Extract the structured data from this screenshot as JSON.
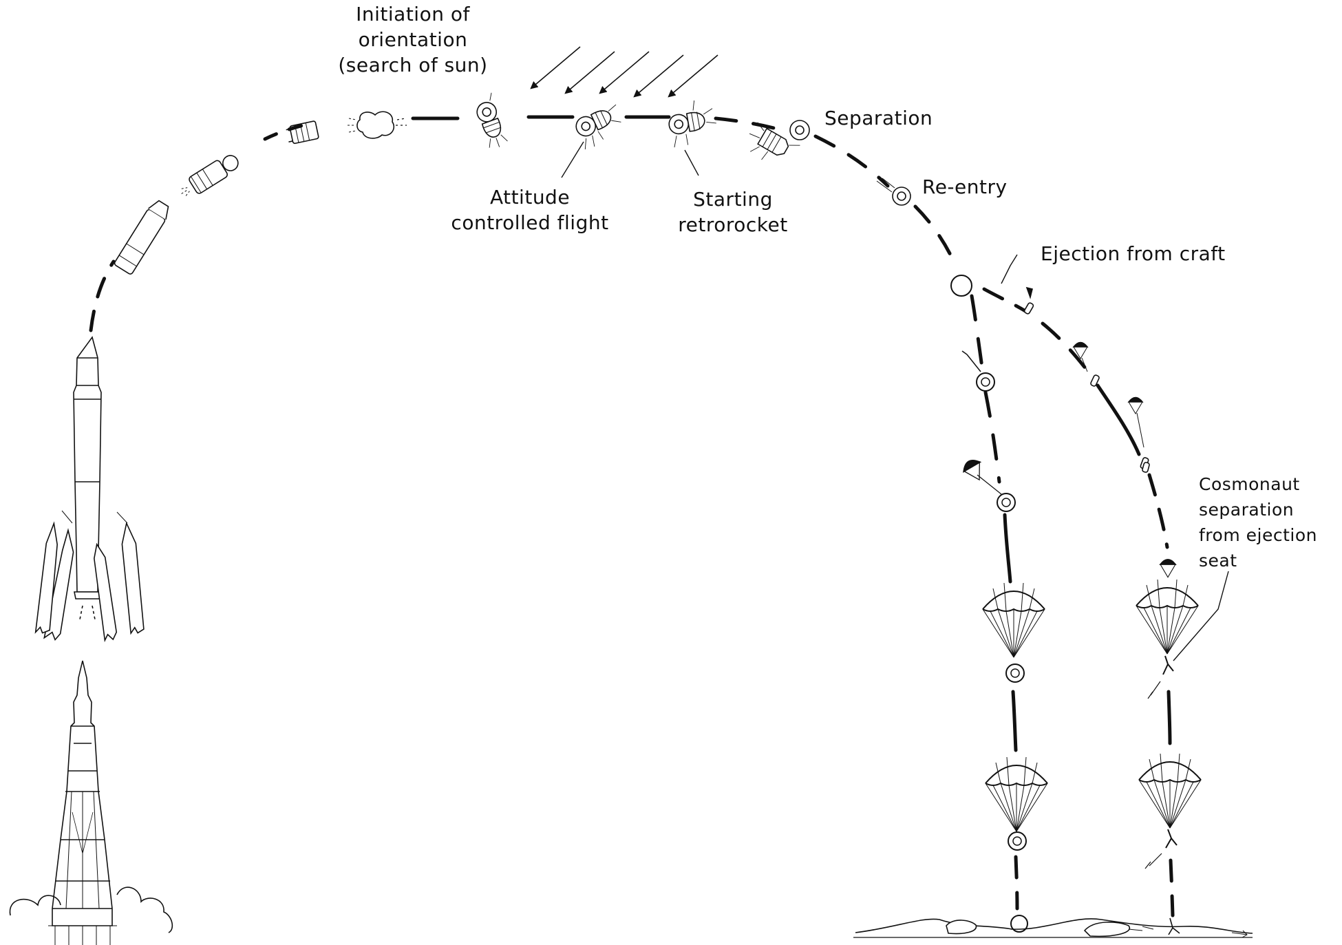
{
  "labels": {
    "orientation": [
      "Initiation of",
      "orientation",
      "(search of sun)"
    ],
    "attitude": [
      "Attitude",
      "controlled flight"
    ],
    "retro": [
      "Starting",
      "retrorocket"
    ],
    "separation": "Separation",
    "reentry": "Re-entry",
    "ejection": "Ejection from craft",
    "cosmonaut": [
      "Cosmonaut",
      "separation",
      "from ejection",
      "seat"
    ]
  },
  "colors": {
    "ink": "#111111",
    "background": "#ffffff"
  }
}
